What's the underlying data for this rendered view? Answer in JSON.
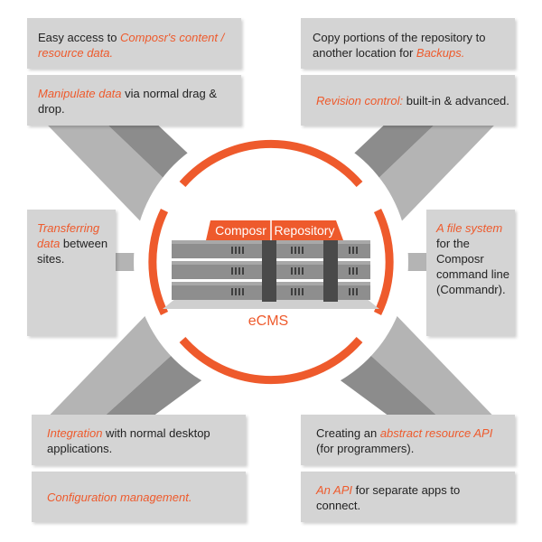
{
  "colors": {
    "accent": "#ee5a2c",
    "box": "#d4d4d4",
    "arm_light": "#b4b4b4",
    "arm_dark": "#8c8c8c",
    "server": "#8a8a8a"
  },
  "center": {
    "tab_left": "Composr",
    "tab_right": "Repository",
    "caption": "eCMS"
  },
  "boxes": {
    "top_left_1": {
      "pre": "Easy access to ",
      "hl": "Composr's content / resource data.",
      "post": ""
    },
    "top_left_2": {
      "hl": "Manipulate data",
      "post": " via normal drag & drop."
    },
    "mid_left": {
      "hl": "Transferring data",
      "post": " between sites."
    },
    "bottom_left_1": {
      "hl": "Integration",
      "post": " with normal desktop applications."
    },
    "bottom_left_2": {
      "hl": "Configuration management."
    },
    "top_right_1": {
      "pre": "Copy portions of the repository to another location for ",
      "hl": "Backups."
    },
    "top_right_2": {
      "hl": "Revision control:",
      "post": " built-in & advanced."
    },
    "mid_right": {
      "hl": "A file system",
      "post": " for the Composr command line (Commandr)."
    },
    "bottom_right_1": {
      "pre": "Creating an ",
      "hl": "abstract resource API",
      "post": " (for programmers)."
    },
    "bottom_right_2": {
      "hl": "An API",
      "post": " for separate apps to connect."
    }
  }
}
